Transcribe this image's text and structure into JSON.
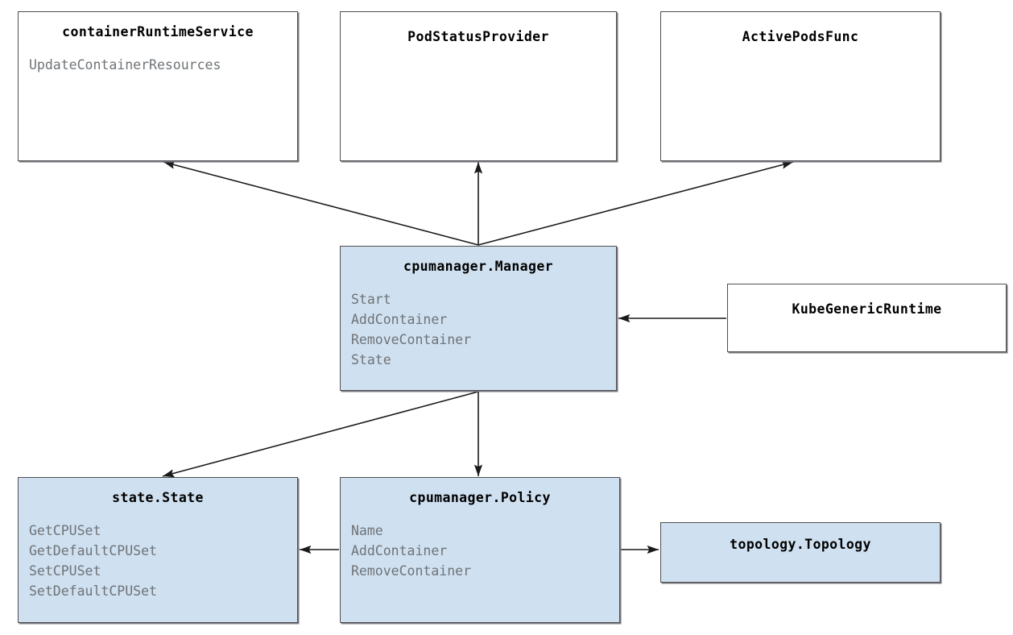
{
  "diagram": {
    "kind": "class-relationship-diagram",
    "background": "#ffffff",
    "fill_blue": "#cfe0f0",
    "fill_white": "#ffffff",
    "border_color": "#4f4f53",
    "member_text_color": "#6f7377",
    "title_text_color": "#000000"
  },
  "nodes": {
    "container_runtime_service": {
      "title": "containerRuntimeService",
      "members": [
        "UpdateContainerResources"
      ]
    },
    "pod_status_provider": {
      "title": "PodStatusProvider",
      "members": []
    },
    "active_pods_func": {
      "title": "ActivePodsFunc",
      "members": []
    },
    "cpumanager_manager": {
      "title": "cpumanager.Manager",
      "members": [
        "Start",
        "AddContainer",
        "RemoveContainer",
        "State"
      ]
    },
    "kube_generic_runtime": {
      "title": "KubeGenericRuntime",
      "members": []
    },
    "state_state": {
      "title": "state.State",
      "members": [
        "GetCPUSet",
        "GetDefaultCPUSet",
        "SetCPUSet",
        "SetDefaultCPUSet"
      ]
    },
    "cpumanager_policy": {
      "title": "cpumanager.Policy",
      "members": [
        "Name",
        "AddContainer",
        "RemoveContainer"
      ]
    },
    "topology_topology": {
      "title": "topology.Topology",
      "members": []
    }
  },
  "edges": [
    {
      "name": "manager-to-container-runtime-service",
      "from": "cpumanager_manager",
      "to": "container_runtime_service",
      "arrow": "to"
    },
    {
      "name": "manager-to-pod-status-provider",
      "from": "cpumanager_manager",
      "to": "pod_status_provider",
      "arrow": "to"
    },
    {
      "name": "manager-to-active-pods-func",
      "from": "cpumanager_manager",
      "to": "active_pods_func",
      "arrow": "to"
    },
    {
      "name": "kube-generic-runtime-to-manager",
      "from": "kube_generic_runtime",
      "to": "cpumanager_manager",
      "arrow": "to"
    },
    {
      "name": "manager-to-state-state",
      "from": "cpumanager_manager",
      "to": "state_state",
      "arrow": "to"
    },
    {
      "name": "manager-to-policy",
      "from": "cpumanager_manager",
      "to": "cpumanager_policy",
      "arrow": "to"
    },
    {
      "name": "policy-to-state-state",
      "from": "cpumanager_policy",
      "to": "state_state",
      "arrow": "to"
    },
    {
      "name": "policy-to-topology",
      "from": "cpumanager_policy",
      "to": "topology_topology",
      "arrow": "to"
    }
  ]
}
